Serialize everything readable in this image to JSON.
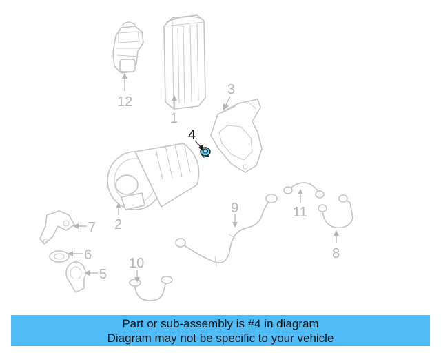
{
  "diagram": {
    "highlighted_part": "4",
    "highlight_color": "#5ec8ee",
    "callouts": [
      "1",
      "2",
      "3",
      "4",
      "5",
      "6",
      "7",
      "8",
      "9",
      "10",
      "11",
      "12"
    ]
  },
  "banner": {
    "line1": "Part or sub-assembly is #4 in diagram",
    "line2": "Diagram may not be specific to your vehicle",
    "background": "#4fbcf7"
  }
}
